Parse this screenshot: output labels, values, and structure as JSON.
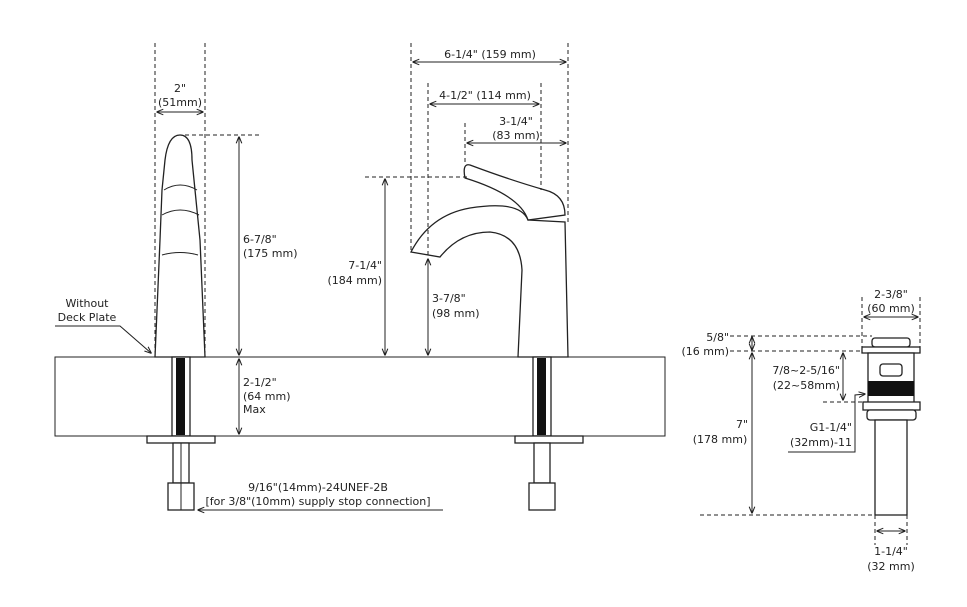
{
  "faucet_side": {
    "width_in": "2\"",
    "width_mm": "(51mm)",
    "height_in": "6-7/8\"",
    "height_mm": "(175 mm)",
    "deck_in": "2-1/2\"",
    "deck_mm": "(64 mm)",
    "deck_note": "Max",
    "deck_plate_1": "Without",
    "deck_plate_2": "Deck Plate",
    "thread_1": "9/16\"(14mm)-24UNEF-2B",
    "thread_2": "[for 3/8\"(10mm) supply stop connection]"
  },
  "faucet_front": {
    "reach_total_in": "6-1/4\" (159 mm)",
    "spout_reach": "4-1/2\" (114 mm)",
    "handle_in": "3-1/4\"",
    "handle_mm": "(83 mm)",
    "height_in": "7-1/4\"",
    "height_mm": "(184 mm)",
    "spout_height_in": "3-7/8\"",
    "spout_height_mm": "(98 mm)"
  },
  "drain": {
    "flange_in": "2-3/8\"",
    "flange_mm": "(60 mm)",
    "cap_in": "5/8\"",
    "cap_mm": "(16 mm)",
    "range_in": "7/8~2-5/16\"",
    "range_mm": "(22~58mm)",
    "length_in": "7\"",
    "length_mm": "(178 mm)",
    "thread_1": "G1-1/4\"",
    "thread_2": "(32mm)-11",
    "tube_in": "1-1/4\"",
    "tube_mm": "(32 mm)"
  }
}
